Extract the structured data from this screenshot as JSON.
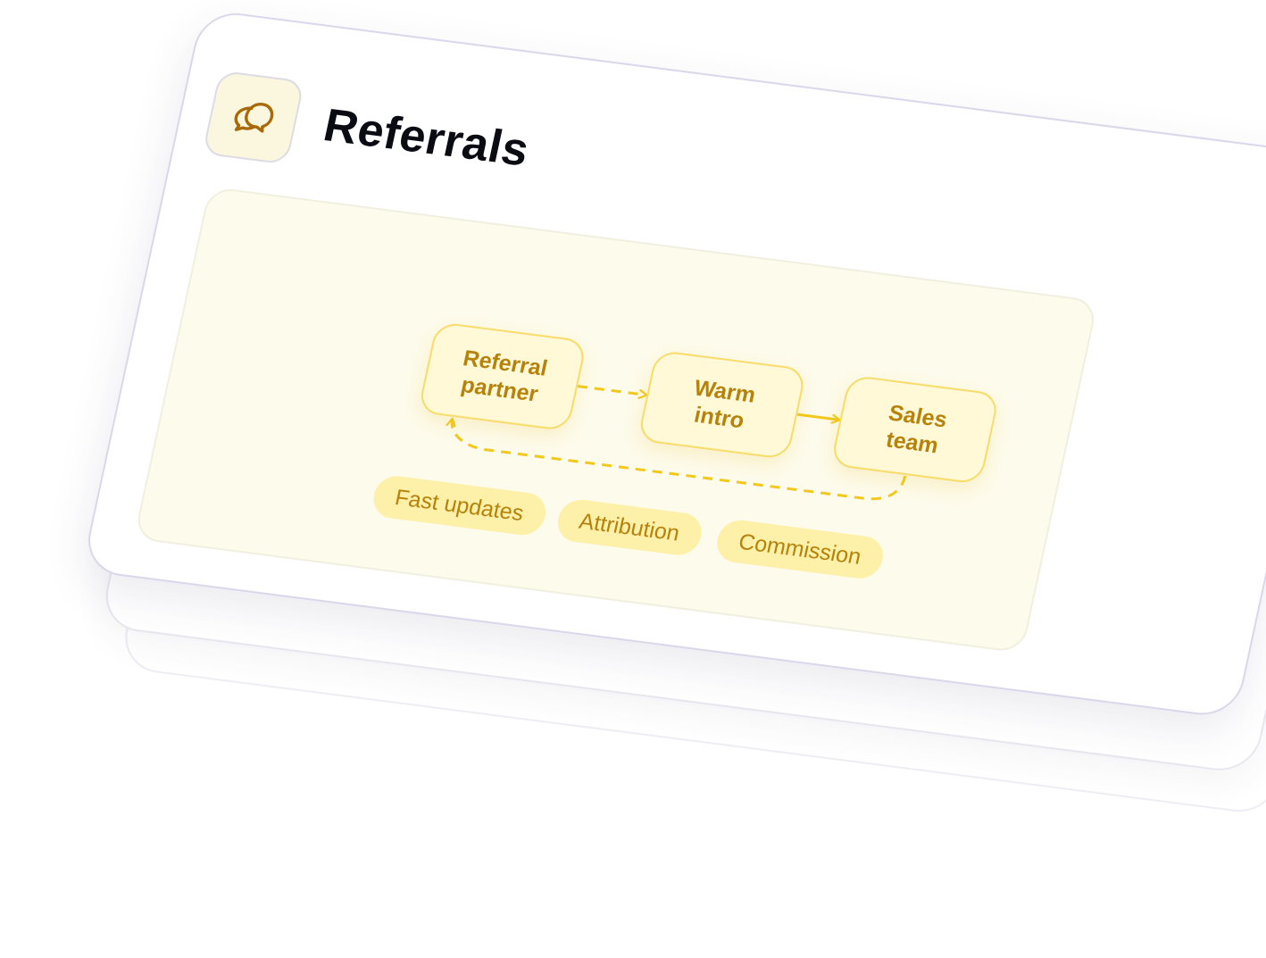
{
  "card": {
    "icon": "speech-bubbles-icon",
    "title": "Referrals"
  },
  "diagram": {
    "nodes": [
      {
        "id": "referral-partner",
        "label": "Referral\npartner"
      },
      {
        "id": "warm-intro",
        "label": "Warm\nintro"
      },
      {
        "id": "sales-team",
        "label": "Sales\nteam"
      }
    ],
    "edges": [
      {
        "from": "referral-partner",
        "to": "warm-intro",
        "style": "dashed"
      },
      {
        "from": "warm-intro",
        "to": "sales-team",
        "style": "solid"
      },
      {
        "from": "sales-team",
        "to": "referral-partner",
        "style": "dashed"
      }
    ],
    "tags": [
      "Fast updates",
      "Attribution",
      "Commission"
    ]
  },
  "colors": {
    "accent": "#f3c81c",
    "accent_text": "#b6820a",
    "panel_background": "#fdfbeb",
    "tag_background": "#fdf0a9",
    "icon_stroke": "#a86a08"
  }
}
